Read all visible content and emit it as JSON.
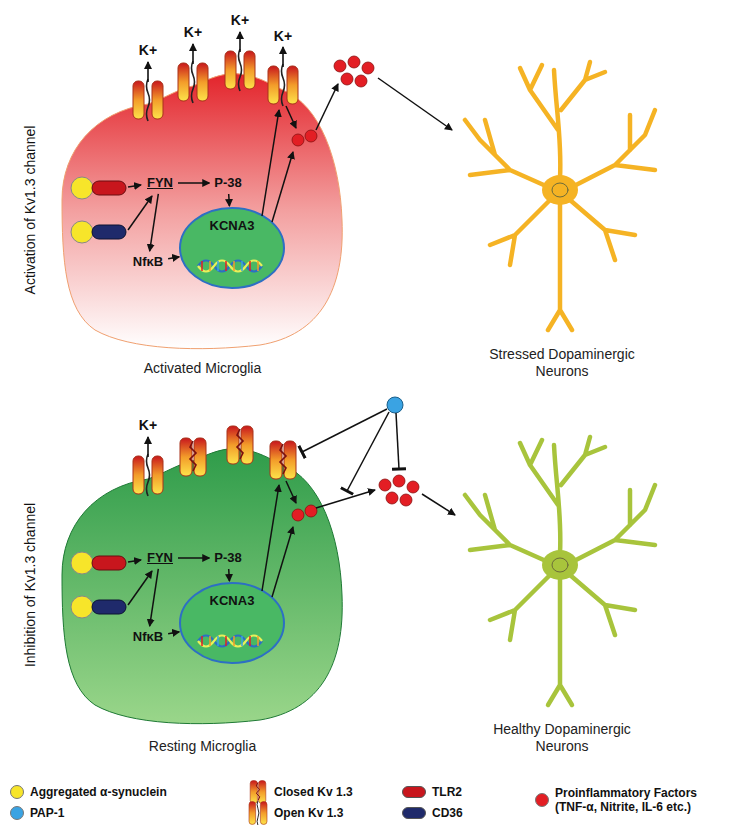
{
  "diagram": {
    "nodes": [
      {
        "text": [
          "Activated Microglia"
        ]
      },
      {
        "text": [
          "FYN"
        ],
        "in": 0
      },
      {
        "text": [
          "P-38"
        ],
        "in": 0
      },
      {
        "text": [
          "NfκB"
        ],
        "in": 0
      },
      {
        "text": [
          "KCNA3"
        ],
        "in": 0
      },
      {
        "text": [
          "Stressed Dopaminergic Neurons"
        ]
      },
      {
        "text": [
          "Resting Microglia"
        ]
      },
      {
        "text": [
          "FYN"
        ],
        "in": 6
      },
      {
        "text": [
          "P-38"
        ],
        "in": 6
      },
      {
        "text": [
          "NfκB"
        ],
        "in": 6
      },
      {
        "text": [
          "KCNA3"
        ],
        "in": 6
      },
      {
        "text": [
          "Healthy Dopaminergic Neurons"
        ]
      }
    ],
    "edges": [
      {
        "from": 1,
        "to": 2,
        "arrow": "to"
      },
      {
        "from": 1,
        "to": 3,
        "arrow": "to"
      },
      {
        "from": 2,
        "to": 4,
        "arrow": "to"
      },
      {
        "from": 3,
        "to": 4,
        "arrow": "to"
      },
      {
        "from": 7,
        "to": 8,
        "arrow": "to"
      },
      {
        "from": 7,
        "to": 9,
        "arrow": "to"
      },
      {
        "from": 8,
        "to": 10,
        "arrow": "to"
      },
      {
        "from": 9,
        "to": 10,
        "arrow": "to"
      }
    ],
    "labels": [
      "Activation of Kv1.3 channel",
      "K+",
      "K+",
      "K+",
      "K+",
      "Inhibition of Kv1.3 channel",
      "K+"
    ],
    "legend": [
      {
        "text": "Aggregated α-synuclein",
        "color": "#f7e52a"
      },
      {
        "text": "PAP-1",
        "color": "#3aa3e3"
      },
      {
        "text": "Closed Kv 1.3"
      },
      {
        "text": "Open Kv 1.3"
      },
      {
        "text": "TLR2",
        "color": "#c8161d"
      },
      {
        "text": "CD36",
        "color": "#1f2a6b"
      },
      {
        "text": "Proinflammatory Factors (TNF-α, Nitrite, IL-6 etc.)",
        "color": "#e31e24"
      }
    ]
  }
}
